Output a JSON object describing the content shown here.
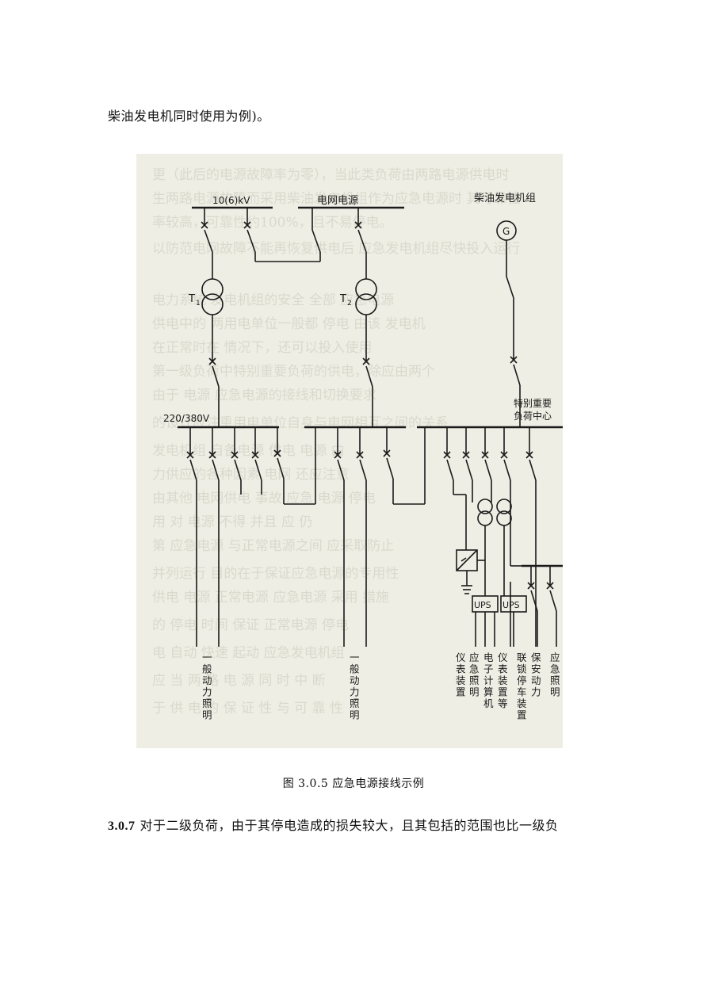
{
  "text": {
    "top_line": "柴油发电机同时使用为例)。",
    "caption": "图 3.0.5 应急电源接线示例",
    "para_number": "3.0.7",
    "para_text": "对于二级负荷，由于其停电造成的损失较大，且其包括的范围也比一级负"
  },
  "diagram": {
    "labels": {
      "voltage_hv": "10(6)kV",
      "grid_source": "电网电源",
      "diesel_set": "柴油发电机组",
      "generator_symbol": "G",
      "transformer_1": "T",
      "transformer_1_sub": "1",
      "transformer_2": "T",
      "transformer_2_sub": "2",
      "voltage_lv": "220/380V",
      "critical_load_line1": "特别重要",
      "critical_load_line2": "负荷中心",
      "ups_1": "UPS",
      "ups_2": "UPS"
    },
    "bottom_labels": [
      "一般动力照明",
      "一般动力照明",
      "仪表装置",
      "应急照明",
      "电子计算机",
      "仪表装置等",
      "联锁停车装置",
      "保安动力",
      "应急照明"
    ]
  }
}
